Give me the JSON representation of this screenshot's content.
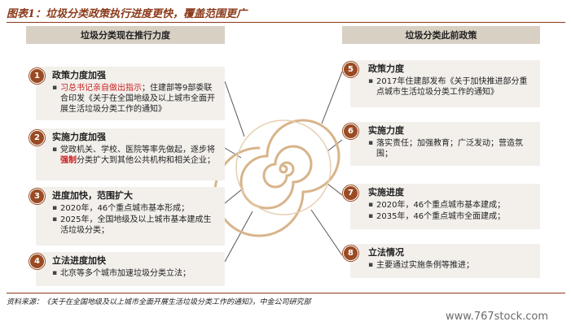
{
  "figure_title": "图表1：垃圾分类政策执行进度更快，覆盖范围更广",
  "left_header": "垃圾分类现在推行力度",
  "right_header": "垃圾分类此前政策",
  "left_cards": [
    {
      "num": "1",
      "title": "政策力度加强",
      "bullets": [
        {
          "highlight": "习总书记亲自做出指示",
          "rest": "；住建部等9部委联合印发《关于在全国地级及以上城市全面开展生活垃圾分类工作的通知》"
        }
      ]
    },
    {
      "num": "2",
      "title": "实施力度加强",
      "bullets": [
        {
          "pre": "党政机关、学校、医院等率先做起，逐步将",
          "highlight": "强制",
          "rest": "分类扩大到其他公共机构和相关企业；"
        }
      ]
    },
    {
      "num": "3",
      "title": "进度加快，范围扩大",
      "bullets": [
        {
          "text": "2020年，46个重点城市基本形成；"
        },
        {
          "text": "2025年，全国地级及以上城市基本建成生活垃圾分类；"
        }
      ]
    },
    {
      "num": "4",
      "title": "立法进度加快",
      "bullets": [
        {
          "text": "北京等多个城市加速垃圾分类立法；"
        }
      ]
    }
  ],
  "right_cards": [
    {
      "num": "5",
      "title": "政策力度",
      "bullets": [
        {
          "text": "2017年住建部发布《关于加快推进部分重点城市生活垃圾分类工作的通知》"
        }
      ]
    },
    {
      "num": "6",
      "title": "实施力度",
      "bullets": [
        {
          "text": "落实责任；加强教育；广泛发动；营造氛围；"
        }
      ]
    },
    {
      "num": "7",
      "title": "实施进度",
      "bullets": [
        {
          "text": "2020年，46个重点城市基本建成；"
        },
        {
          "text": "2035年，46个重点城市全面建成；"
        }
      ]
    },
    {
      "num": "8",
      "title": "立法情况",
      "bullets": [
        {
          "text": "主要通过实施条例等推进；"
        }
      ]
    }
  ],
  "source": "资料来源：《关于在全国地级及以上城市全面开展生活垃圾分类工作的通知》，中金公司研究部",
  "watermark": "www.767stock.com",
  "colors": {
    "accent": "#8b3a1a",
    "badge": "#9a4b24",
    "highlight": "#c81e1e",
    "card_bg": "#f3f0ec",
    "header_bg": "#d9d0c4"
  }
}
